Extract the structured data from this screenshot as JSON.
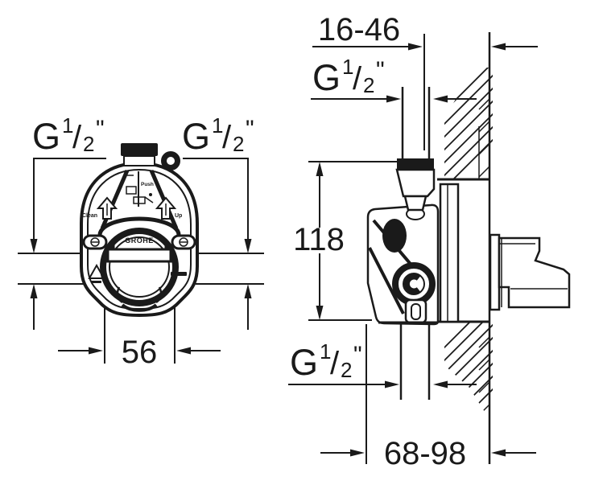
{
  "diagram": {
    "background": "#ffffff",
    "line_color": "#1a1a1a",
    "front_view": {
      "thread_label_left": {
        "prefix": "G",
        "numerator": "1",
        "slash": "/",
        "denominator": "2",
        "unit": "\""
      },
      "thread_label_right": {
        "prefix": "G",
        "numerator": "1",
        "slash": "/",
        "denominator": "2",
        "unit": "\""
      },
      "width_dim": "56",
      "brand": "GROHE",
      "arrow_label_left": "Clean",
      "arrow_label_right": "Up",
      "cartridge_label": "Push"
    },
    "side_view": {
      "depth_adjust_dim": "16-46",
      "thread_label_top": {
        "prefix": "G",
        "numerator": "1",
        "slash": "/",
        "denominator": "2",
        "unit": "\""
      },
      "height_dim": "118",
      "thread_label_bottom": {
        "prefix": "G",
        "numerator": "1",
        "slash": "/",
        "denominator": "2",
        "unit": "\""
      },
      "total_depth_dim": "68-98"
    }
  }
}
